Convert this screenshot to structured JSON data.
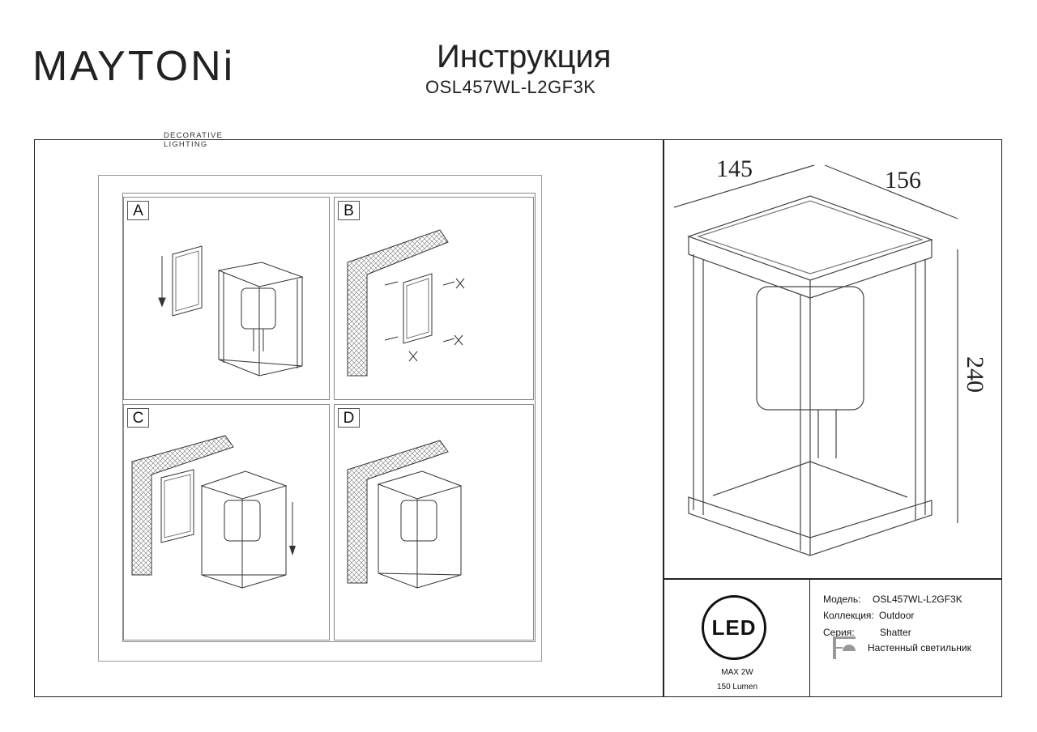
{
  "header": {
    "brand": "MAYTONi",
    "brand_sub": "DECORATIVE LIGHTING",
    "title": "Инструкция",
    "model": "OSL457WL-L2GF3K"
  },
  "steps": [
    {
      "label": "A"
    },
    {
      "label": "B"
    },
    {
      "label": "C"
    },
    {
      "label": "D"
    }
  ],
  "dimensions": {
    "width": "145",
    "depth": "156",
    "height": "240"
  },
  "led": {
    "badge": "LED",
    "power": "MAX 2W",
    "lumen": "150 Lumen"
  },
  "specs": {
    "model_label": "Модель:",
    "model_value": "OSL457WL-L2GF3K",
    "collection_label": "Коллекция:",
    "collection_value": "Outdoor",
    "series_label": "Серия:",
    "series_value": "Shatter",
    "type_value": "Настенный светильник"
  },
  "icons": {
    "wall_lamp": "wall-lamp-icon"
  }
}
